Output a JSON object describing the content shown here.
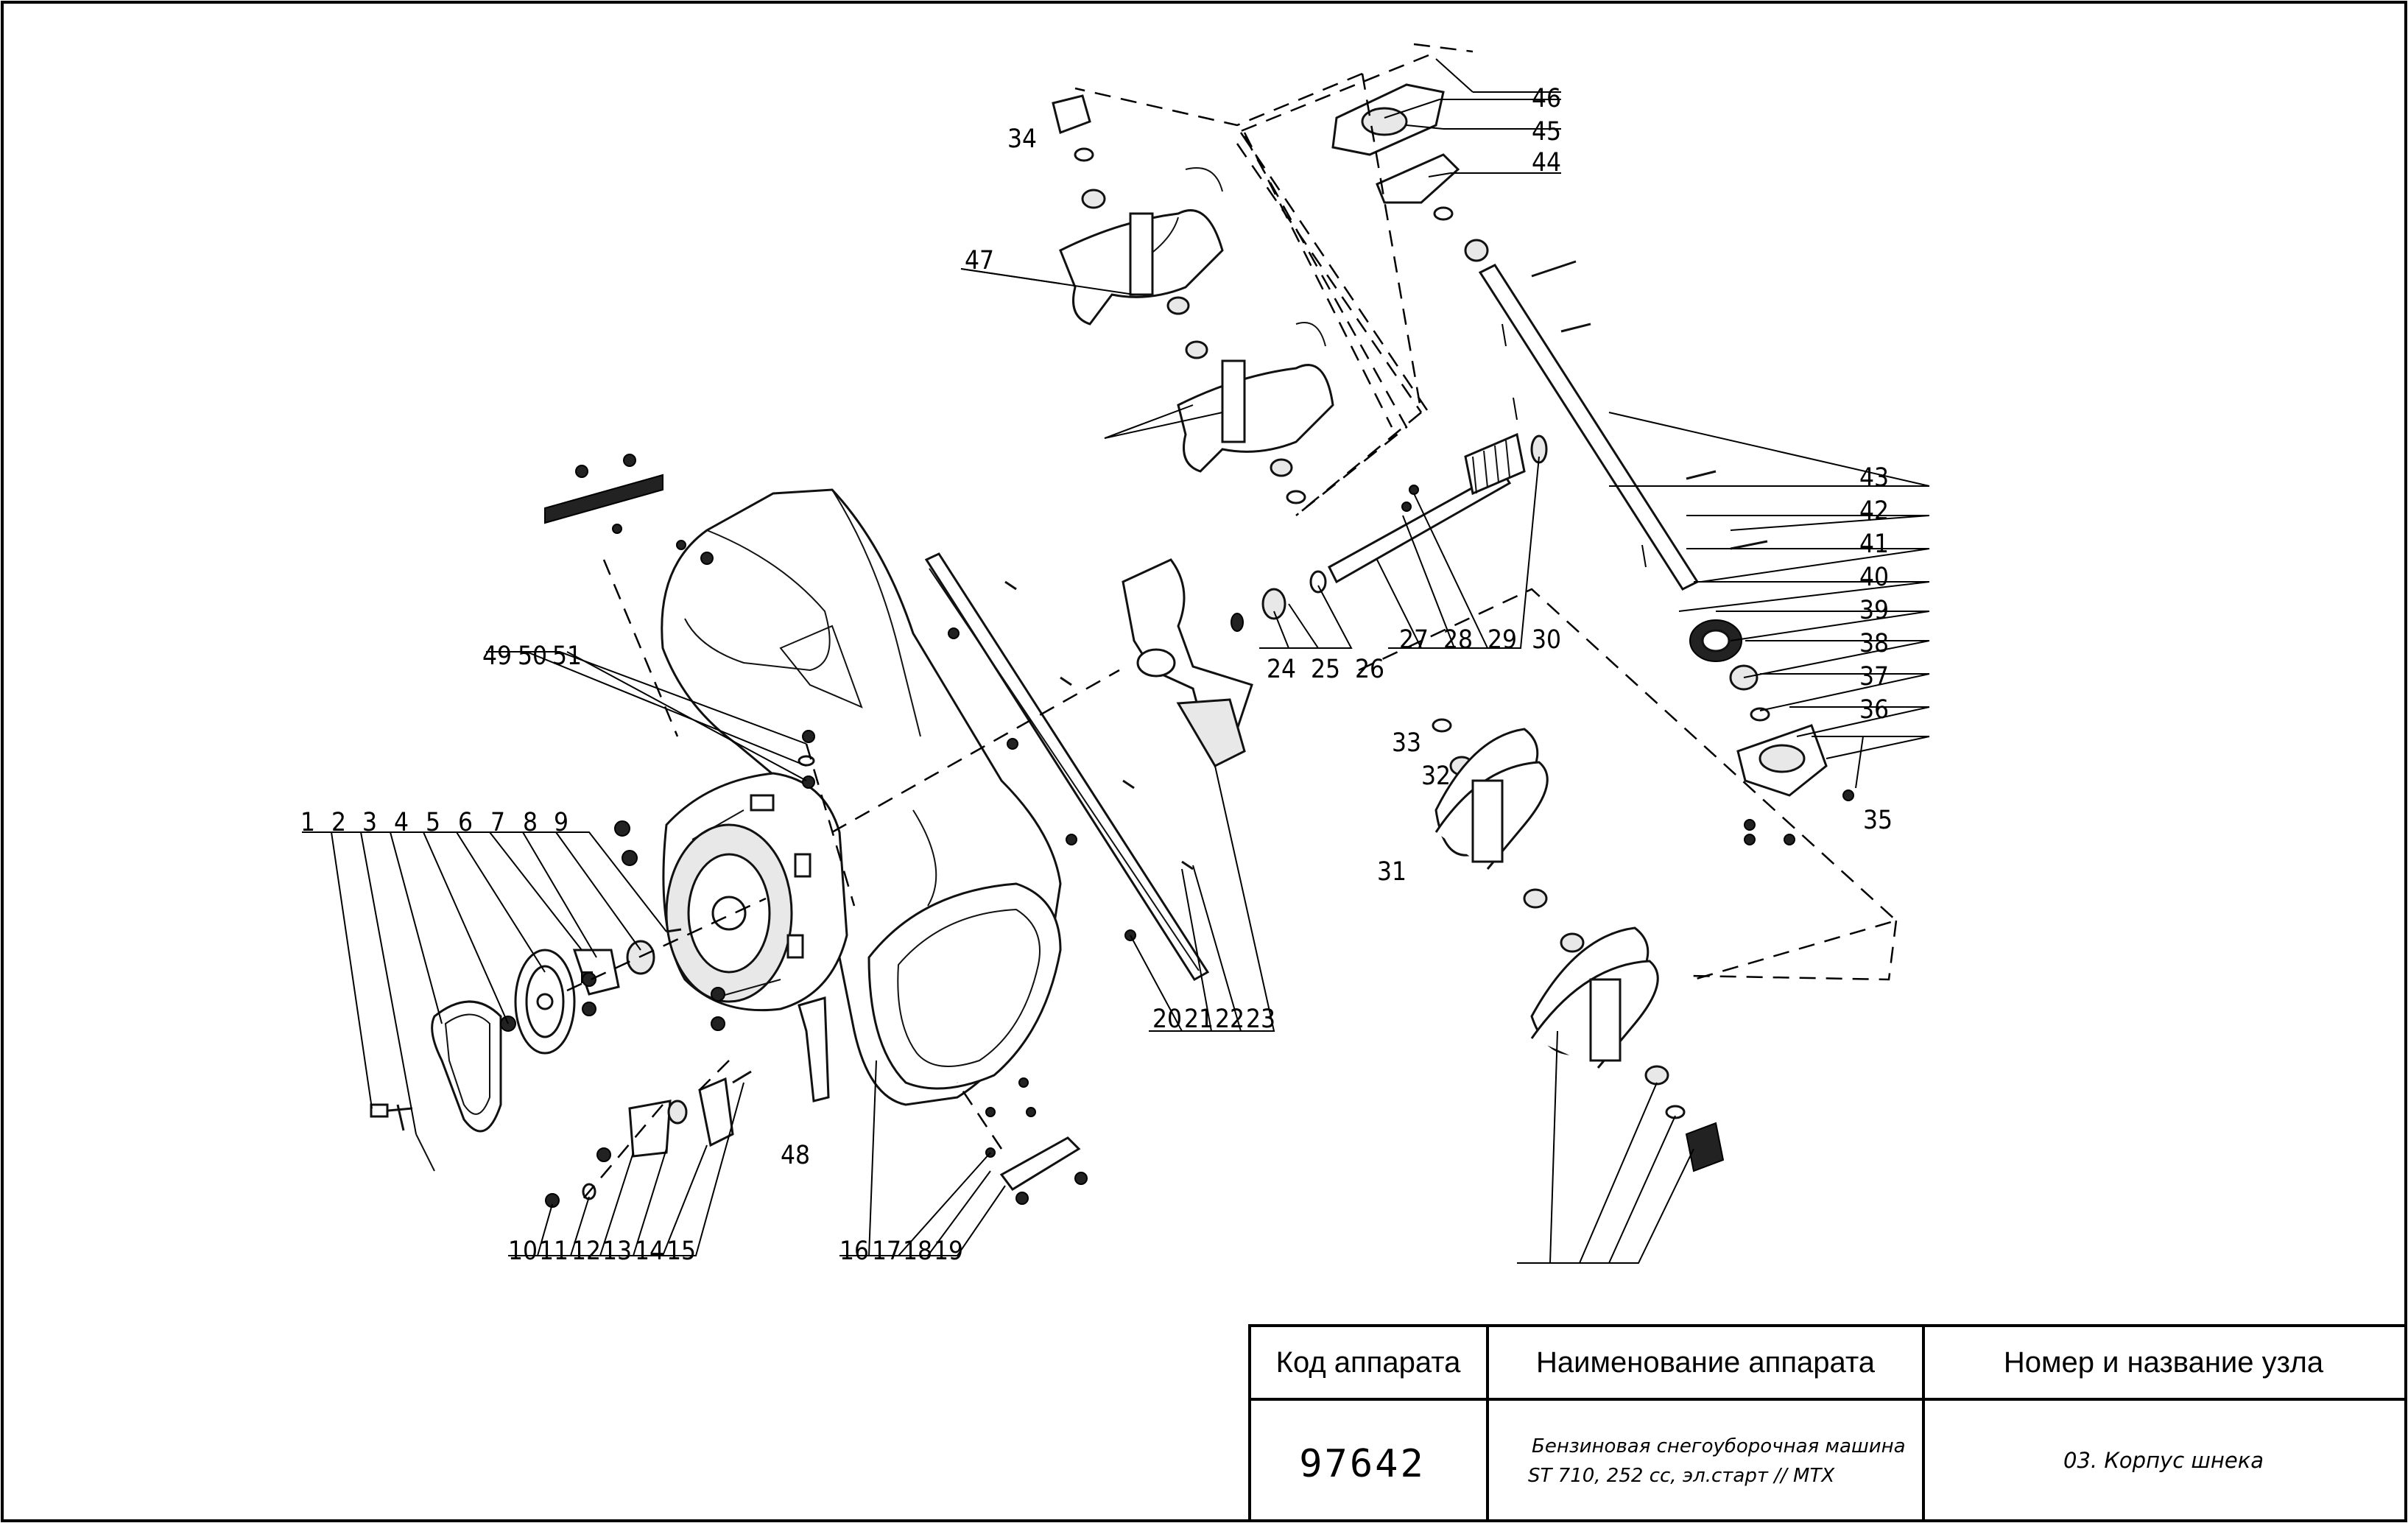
{
  "diagram": {
    "callouts": [
      {
        "id": "c1",
        "text": "1"
      },
      {
        "id": "c2",
        "text": "2"
      },
      {
        "id": "c3",
        "text": "3"
      },
      {
        "id": "c4",
        "text": "4"
      },
      {
        "id": "c5",
        "text": "5"
      },
      {
        "id": "c6",
        "text": "6"
      },
      {
        "id": "c7",
        "text": "7"
      },
      {
        "id": "c8",
        "text": "8"
      },
      {
        "id": "c9",
        "text": "9"
      },
      {
        "id": "c10",
        "text": "10"
      },
      {
        "id": "c11",
        "text": "11"
      },
      {
        "id": "c12",
        "text": "12"
      },
      {
        "id": "c13",
        "text": "13"
      },
      {
        "id": "c14",
        "text": "14"
      },
      {
        "id": "c15",
        "text": "15"
      },
      {
        "id": "c16",
        "text": "16"
      },
      {
        "id": "c17",
        "text": "17"
      },
      {
        "id": "c18",
        "text": "18"
      },
      {
        "id": "c19",
        "text": "19"
      },
      {
        "id": "c20",
        "text": "20"
      },
      {
        "id": "c21",
        "text": "21"
      },
      {
        "id": "c22",
        "text": "22"
      },
      {
        "id": "c23",
        "text": "23"
      },
      {
        "id": "c24",
        "text": "24"
      },
      {
        "id": "c25",
        "text": "25"
      },
      {
        "id": "c26",
        "text": "26"
      },
      {
        "id": "c27",
        "text": "27"
      },
      {
        "id": "c28",
        "text": "28"
      },
      {
        "id": "c29",
        "text": "29"
      },
      {
        "id": "c30",
        "text": "30"
      },
      {
        "id": "c31",
        "text": "31"
      },
      {
        "id": "c32",
        "text": "32"
      },
      {
        "id": "c33",
        "text": "33"
      },
      {
        "id": "c34",
        "text": "34"
      },
      {
        "id": "c35",
        "text": "35"
      },
      {
        "id": "c36",
        "text": "36"
      },
      {
        "id": "c37",
        "text": "37"
      },
      {
        "id": "c38",
        "text": "38"
      },
      {
        "id": "c39",
        "text": "39"
      },
      {
        "id": "c40",
        "text": "40"
      },
      {
        "id": "c41",
        "text": "41"
      },
      {
        "id": "c42",
        "text": "42"
      },
      {
        "id": "c43",
        "text": "43"
      },
      {
        "id": "c44",
        "text": "44"
      },
      {
        "id": "c45",
        "text": "45"
      },
      {
        "id": "c46",
        "text": "46"
      },
      {
        "id": "c47",
        "text": "47"
      },
      {
        "id": "c48",
        "text": "48"
      },
      {
        "id": "c49",
        "text": "49"
      },
      {
        "id": "c50",
        "text": "50"
      },
      {
        "id": "c51",
        "text": "51"
      }
    ]
  },
  "title_block": {
    "code_header": "Код аппарата",
    "name_header": "Наименование аппарата",
    "node_header": "Номер и название узла",
    "code_value": "97642",
    "name_value_line1": "Бензиновая снегоуборочная машина",
    "name_value_line2": "ST 710, 252 cc, эл.старт // MTX",
    "node_value": "03. Корпус шнека"
  }
}
